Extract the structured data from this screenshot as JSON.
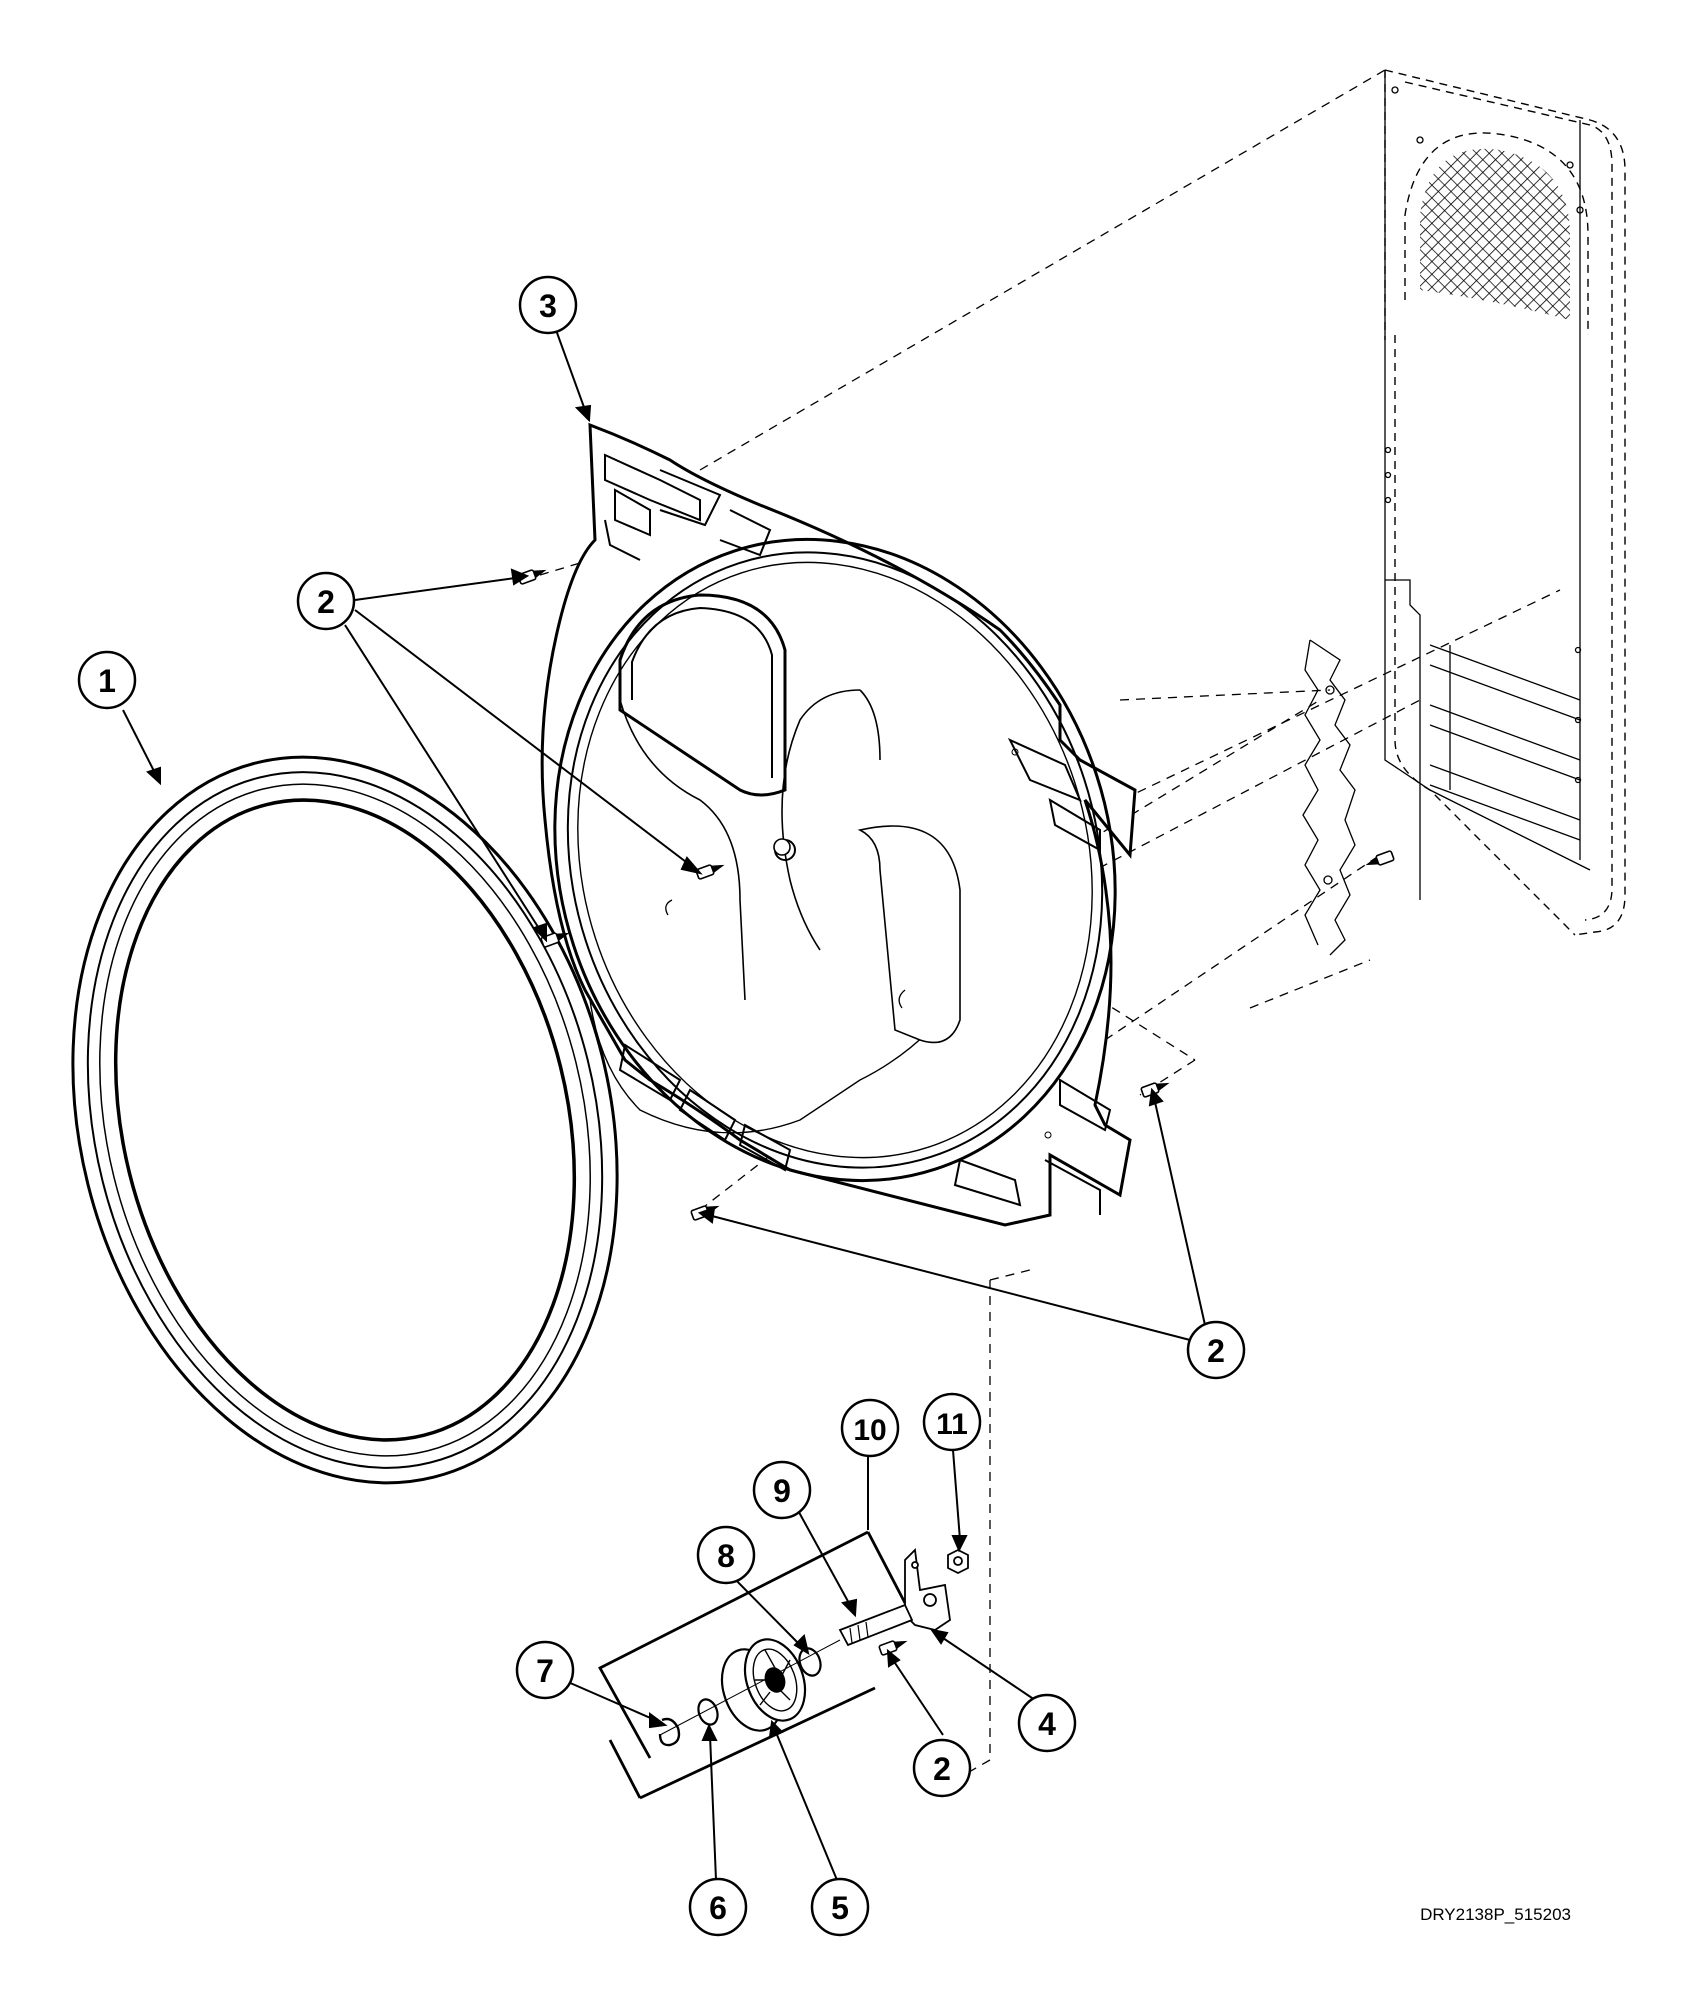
{
  "callouts": [
    {
      "id": "c1",
      "label": "1"
    },
    {
      "id": "c2a",
      "label": "2"
    },
    {
      "id": "c2b",
      "label": "2"
    },
    {
      "id": "c2c",
      "label": "2"
    },
    {
      "id": "c3",
      "label": "3"
    },
    {
      "id": "c4",
      "label": "4"
    },
    {
      "id": "c5",
      "label": "5"
    },
    {
      "id": "c6",
      "label": "6"
    },
    {
      "id": "c7",
      "label": "7"
    },
    {
      "id": "c8",
      "label": "8"
    },
    {
      "id": "c9",
      "label": "9"
    },
    {
      "id": "c10",
      "label": "10"
    },
    {
      "id": "c11",
      "label": "11"
    }
  ],
  "drawing_id": "DRY2138P_515203",
  "colors": {
    "line": "#000000",
    "background": "#ffffff",
    "hidden": "#777777"
  }
}
